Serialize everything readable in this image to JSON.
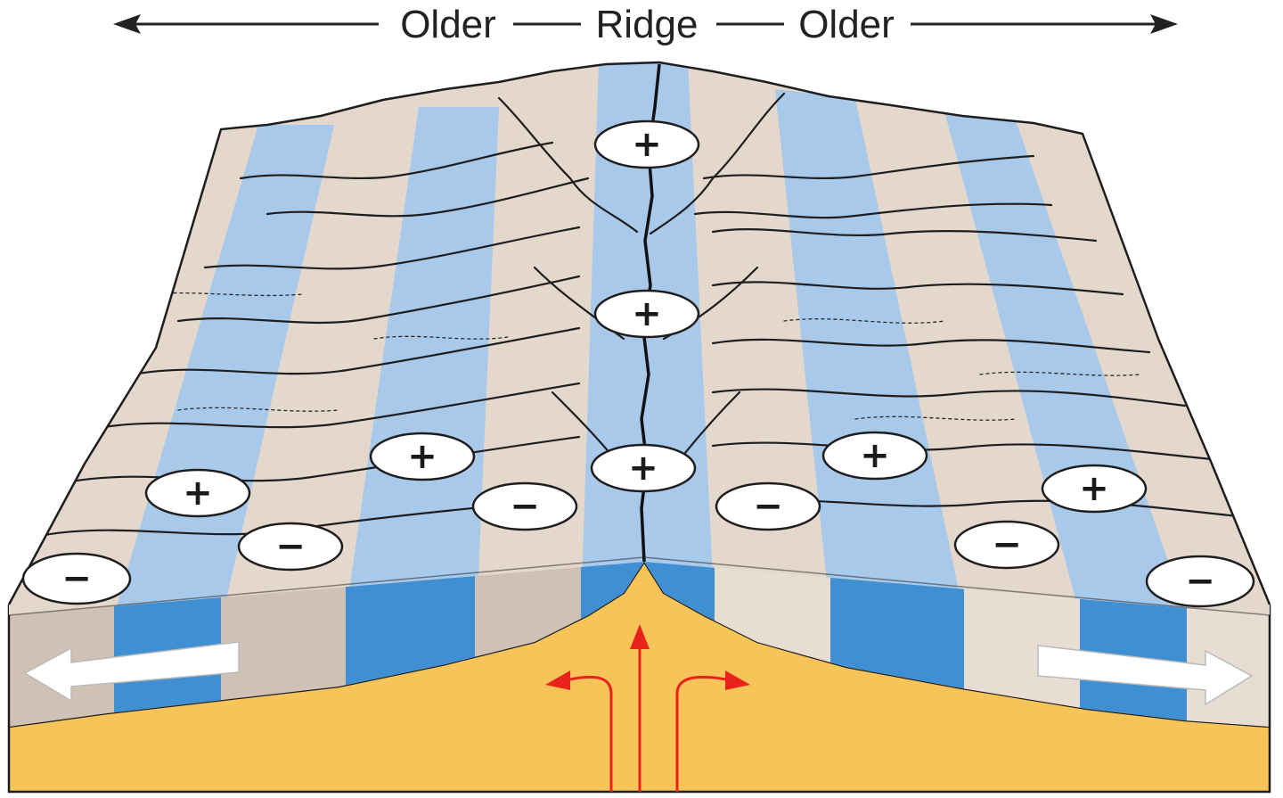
{
  "header": {
    "left_label": "Older",
    "center_label": "Ridge",
    "right_label": "Older"
  },
  "polarity_markers": [
    {
      "id": "c1",
      "symbol": "+"
    },
    {
      "id": "c2",
      "symbol": "+"
    },
    {
      "id": "c3",
      "symbol": "+"
    },
    {
      "id": "l1",
      "symbol": "+"
    },
    {
      "id": "l2",
      "symbol": "+"
    },
    {
      "id": "l3",
      "symbol": "−"
    },
    {
      "id": "l4",
      "symbol": "−"
    },
    {
      "id": "l5",
      "symbol": "−"
    },
    {
      "id": "r1",
      "symbol": "+"
    },
    {
      "id": "r2",
      "symbol": "+"
    },
    {
      "id": "r3",
      "symbol": "−"
    },
    {
      "id": "r4",
      "symbol": "−"
    },
    {
      "id": "r5",
      "symbol": "−"
    }
  ],
  "colors": {
    "normal_polarity_band": "#a9c9ea",
    "normal_polarity_side": "#3f8fd2",
    "reversed_polarity_band": "#e4d8cc",
    "reversed_polarity_side": "#cfc2b4",
    "mantle": "#f7c45a",
    "upwelling_arrow": "#e8231b",
    "spreading_arrow": "#ffffff",
    "outline": "#1e1e1e"
  },
  "icons": {
    "spreading_left": "arrow-left-icon",
    "spreading_right": "arrow-right-icon",
    "upwelling": "upwelling-arrows-icon",
    "header_left": "arrow-left-icon",
    "header_right": "arrow-right-icon"
  }
}
